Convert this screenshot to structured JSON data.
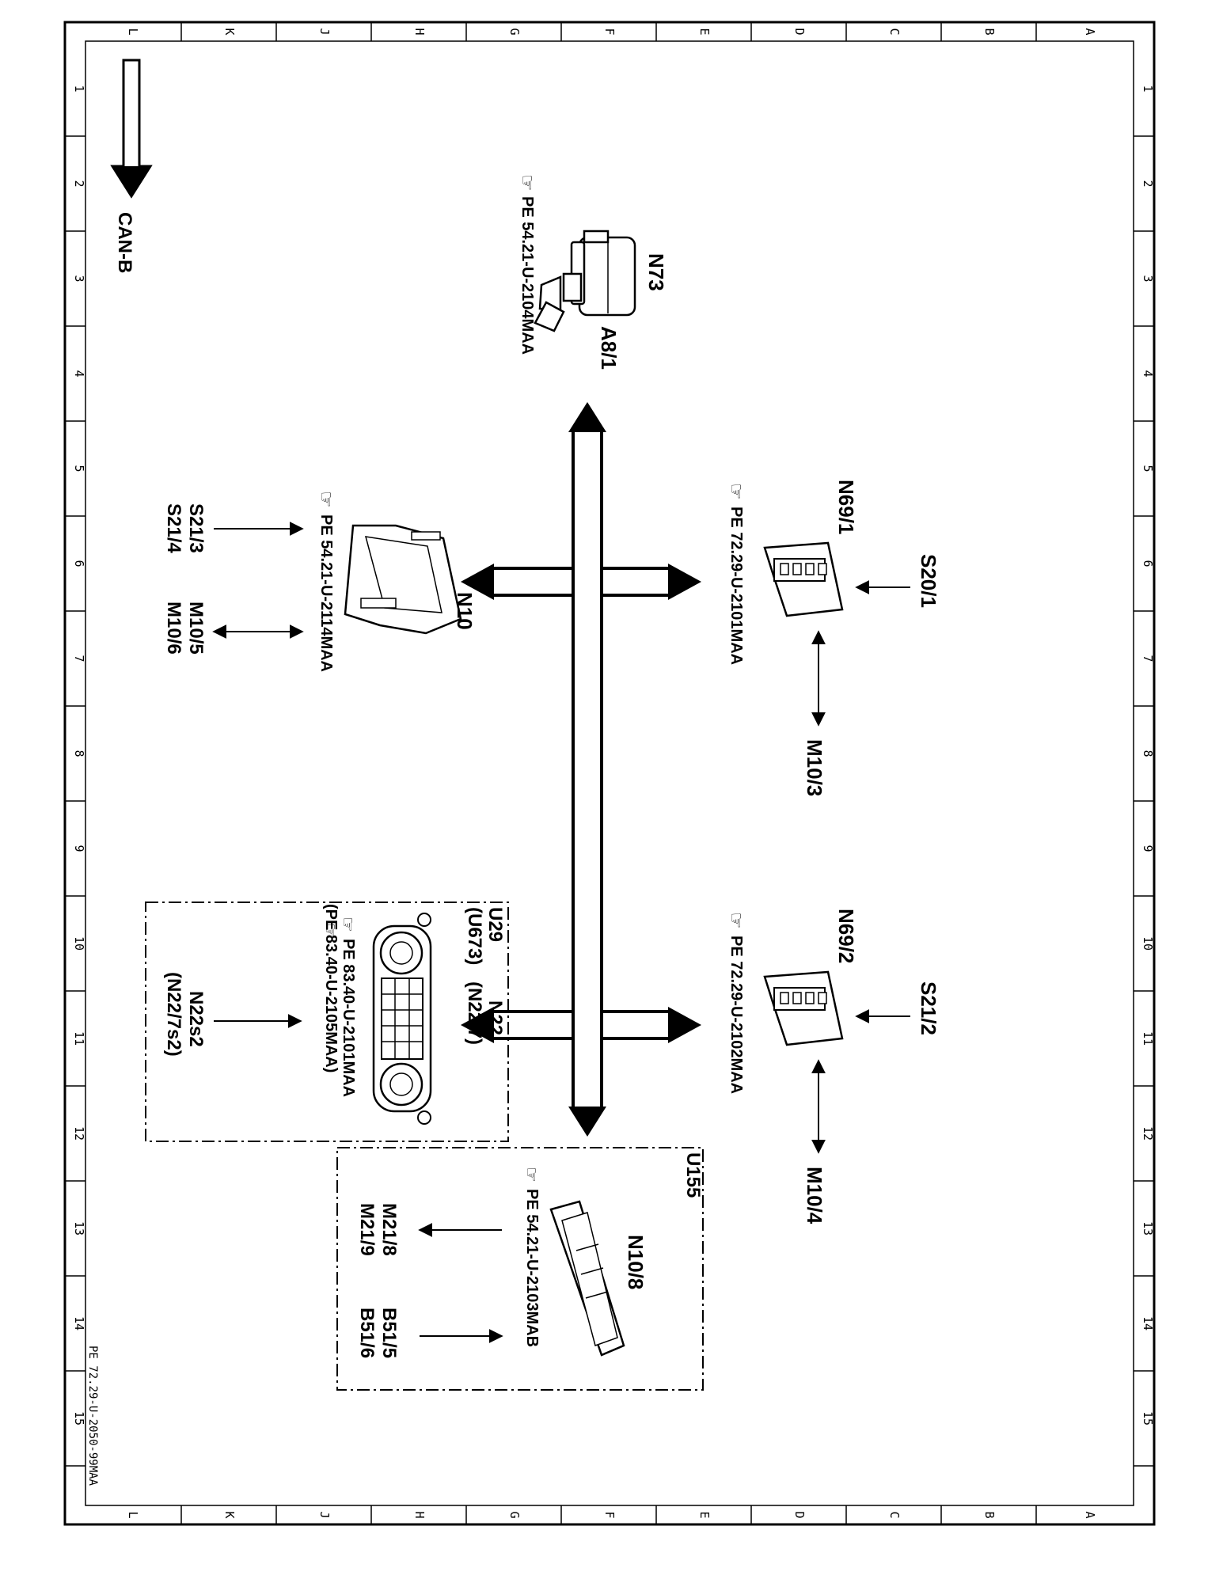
{
  "bus": {
    "label": "CAN-B"
  },
  "drawing_number": "PE 72.29-U-2050-99MAA",
  "grid": {
    "letters": [
      "L",
      "K",
      "J",
      "H",
      "G",
      "F",
      "E",
      "D",
      "C",
      "B",
      "A"
    ],
    "numbers": [
      "1",
      "2",
      "3",
      "4",
      "5",
      "6",
      "7",
      "8",
      "9",
      "10",
      "11",
      "12",
      "13",
      "14",
      "15"
    ]
  },
  "components": {
    "n73": {
      "id": "N73",
      "sub": "A8/1",
      "ref": "PE 54.21-U-2104MAA"
    },
    "n10": {
      "id": "N10",
      "ref": "PE 54.21-U-2114MAA",
      "inputs": [
        "S21/3",
        "S21/4"
      ],
      "bidir": [
        "M10/5",
        "M10/6"
      ]
    },
    "n69_1": {
      "id": "N69/1",
      "ref": "PE 72.29-U-2101MAA",
      "input": "S20/1",
      "bidir": "M10/3"
    },
    "n69_2": {
      "id": "N69/2",
      "ref": "PE 72.29-U-2102MAA",
      "input": "S21/2",
      "bidir": "M10/4"
    },
    "u29": {
      "group": [
        "U29",
        "(U673)"
      ],
      "id": [
        "N22",
        "(N22/7)"
      ],
      "ref1": "PE 83.40-U-2101MAA",
      "ref2": "(PE 83.40-U-2105MAA)",
      "inputs": [
        "N22s2",
        "(N22/7s2)"
      ]
    },
    "u155": {
      "group": "U155",
      "id": "N10/8",
      "ref": "PE 54.21-U-2103MAB",
      "outputs": [
        "M21/8",
        "M21/9"
      ],
      "inputs": [
        "B51/5",
        "B51/6"
      ]
    }
  }
}
